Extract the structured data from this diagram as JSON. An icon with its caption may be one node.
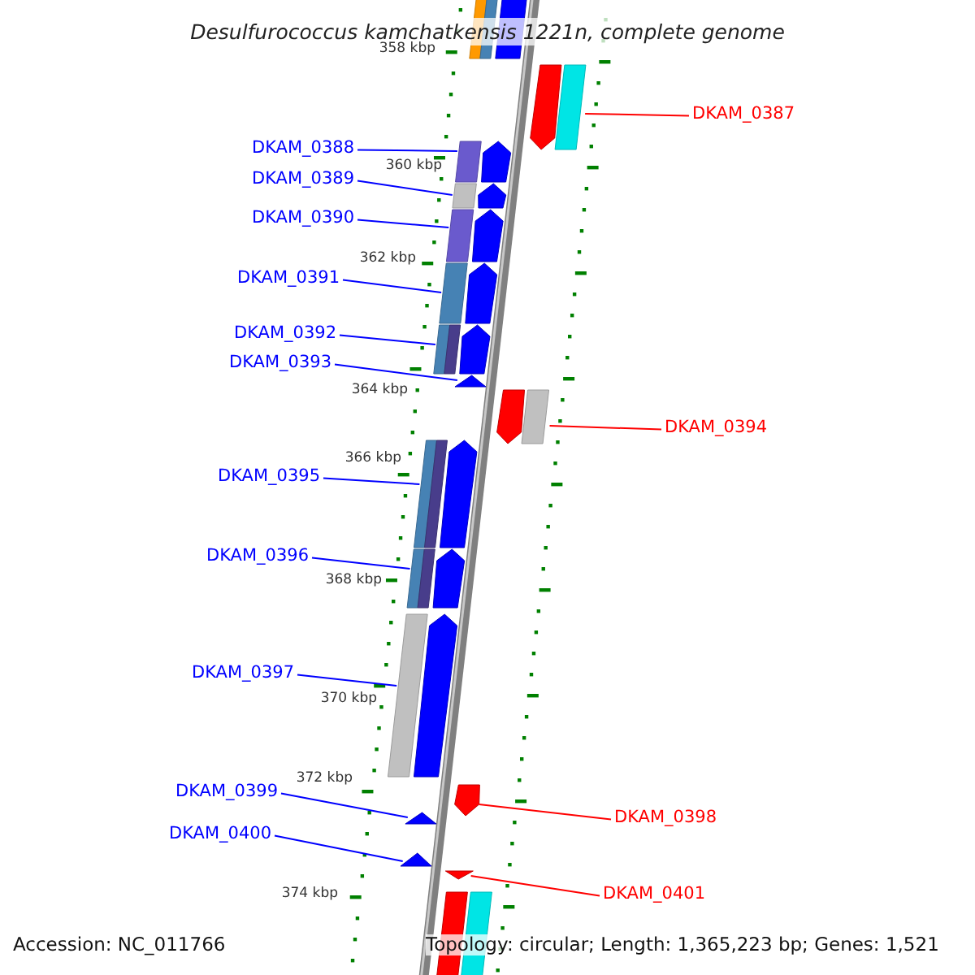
{
  "diagram": {
    "title": "Desulfurococcus kamchatkensis 1221n, complete genome",
    "nodes": [
      {
        "text": [
          "DKAM_0387"
        ]
      },
      {
        "text": [
          "DKAM_0388"
        ]
      },
      {
        "text": [
          "DKAM_0389"
        ]
      },
      {
        "text": [
          "DKAM_0390"
        ]
      },
      {
        "text": [
          "DKAM_0391"
        ]
      },
      {
        "text": [
          "DKAM_0392"
        ]
      },
      {
        "text": [
          "DKAM_0393"
        ]
      },
      {
        "text": [
          "DKAM_0394"
        ]
      },
      {
        "text": [
          "DKAM_0395"
        ]
      },
      {
        "text": [
          "DKAM_0396"
        ]
      },
      {
        "text": [
          "DKAM_0397"
        ]
      },
      {
        "text": [
          "DKAM_0398"
        ]
      },
      {
        "text": [
          "DKAM_0399"
        ]
      },
      {
        "text": [
          "DKAM_0400"
        ]
      },
      {
        "text": [
          "DKAM_0401"
        ]
      },
      {
        "text": [],
        "shape": "arrow"
      },
      {
        "text": [],
        "shape": "arrow"
      },
      {
        "text": [],
        "shape": "arrow"
      },
      {
        "text": [],
        "shape": "arrow"
      },
      {
        "text": [],
        "shape": "arrow"
      },
      {
        "text": [],
        "shape": "arrow"
      },
      {
        "text": [],
        "shape": "arrow"
      },
      {
        "text": [],
        "shape": "arrow"
      },
      {
        "text": [],
        "shape": "arrow"
      },
      {
        "text": [],
        "shape": "arrow"
      },
      {
        "text": [],
        "shape": "arrow"
      },
      {
        "text": [],
        "shape": "arrow"
      },
      {
        "text": [],
        "shape": "arrow"
      },
      {
        "text": [],
        "shape": "arrow"
      },
      {
        "text": [],
        "shape": "arrow"
      },
      {
        "text": [],
        "shape": "arrow"
      },
      {
        "text": [],
        "shape": "arrow"
      }
    ],
    "edges": [
      {
        "from": 0,
        "to": 15,
        "arrow": "none",
        "color": "#ff0000"
      },
      {
        "from": 1,
        "to": 16,
        "arrow": "none"
      },
      {
        "from": 2,
        "to": 17,
        "arrow": "none"
      },
      {
        "from": 3,
        "to": 18,
        "arrow": "none"
      },
      {
        "from": 4,
        "to": 19,
        "arrow": "none"
      },
      {
        "from": 5,
        "to": 20,
        "arrow": "none"
      },
      {
        "from": 6,
        "to": 21,
        "arrow": "none"
      },
      {
        "from": 7,
        "to": 22,
        "arrow": "none",
        "color": "#ff0000"
      },
      {
        "from": 8,
        "to": 23,
        "arrow": "none"
      },
      {
        "from": 9,
        "to": 24,
        "arrow": "none"
      },
      {
        "from": 10,
        "to": 25,
        "arrow": "none"
      },
      {
        "from": 11,
        "to": 26,
        "arrow": "none",
        "color": "#ff0000"
      },
      {
        "from": 12,
        "to": 27,
        "arrow": "none"
      },
      {
        "from": 13,
        "to": 28,
        "arrow": "none"
      },
      {
        "from": 14,
        "to": 29,
        "arrow": "none",
        "color": "#ff0000"
      }
    ],
    "labels": [
      "358 kbp",
      "360 kbp",
      "362 kbp",
      "364 kbp",
      "366 kbp",
      "368 kbp",
      "370 kbp",
      "372 kbp",
      "374 kbp",
      "Accession: NC_011766",
      "Topology: circular; Length: 1,365,223 bp; Genes: 1,521"
    ]
  }
}
